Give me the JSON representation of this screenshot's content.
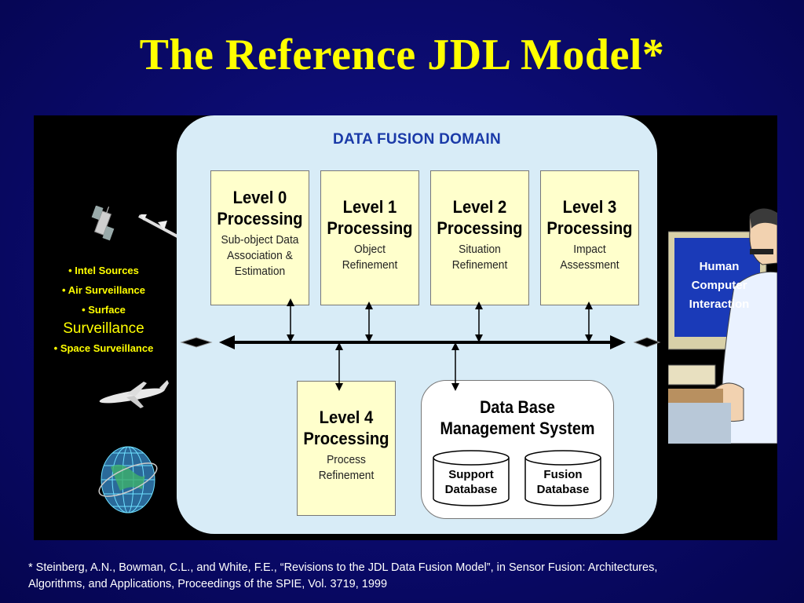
{
  "slide": {
    "title": "The Reference JDL Model*",
    "footnote_line1": "*  Steinberg, A.N., Bowman, C.L., and White, F.E., “Revisions to the JDL Data Fusion Model”, in Sensor Fusion: Architectures,",
    "footnote_line2": "Algorithms, and Applications, Proceedings of the SPIE, Vol. 3719, 1999"
  },
  "diagram": {
    "domain_title": "DATA FUSION DOMAIN",
    "sources": [
      "• Intel Sources",
      "• Air Surveillance",
      "• Surface",
      "Surveillance",
      "• Space Surveillance"
    ],
    "levels": [
      {
        "title": "Level 0",
        "sub": "Processing",
        "desc1": "Sub-object Data",
        "desc2": "Association &",
        "desc3": "Estimation"
      },
      {
        "title": "Level 1",
        "sub": "Processing",
        "desc1": "Object",
        "desc2": "Refinement",
        "desc3": ""
      },
      {
        "title": "Level 2",
        "sub": "Processing",
        "desc1": "Situation",
        "desc2": "Refinement",
        "desc3": ""
      },
      {
        "title": "Level 3",
        "sub": "Processing",
        "desc1": "Impact",
        "desc2": "Assessment",
        "desc3": ""
      },
      {
        "title": "Level 4",
        "sub": "Processing",
        "desc1": "Process",
        "desc2": "Refinement",
        "desc3": ""
      }
    ],
    "dbms": {
      "title_line1": "Data Base",
      "title_line2": "Management System",
      "support_line1": "Support",
      "support_line2": "Database",
      "fusion_line1": "Fusion",
      "fusion_line2": "Database"
    },
    "hci": {
      "line1": "Human",
      "line2": "Computer",
      "line3": "Interaction"
    },
    "icons": [
      "satellite-icon",
      "missile-icon",
      "airplane-icon",
      "globe-icon",
      "operator-at-computer-icon",
      "arrow-icon"
    ],
    "colors": {
      "title": "#ffff00",
      "domain_bg": "#d8ecf7",
      "domain_title": "#1a3aa8",
      "box_bg": "#ffffcc",
      "source_text": "#ffff00",
      "slide_bg": "#0a0a6a",
      "monitor_screen": "#1a3ab8"
    }
  }
}
